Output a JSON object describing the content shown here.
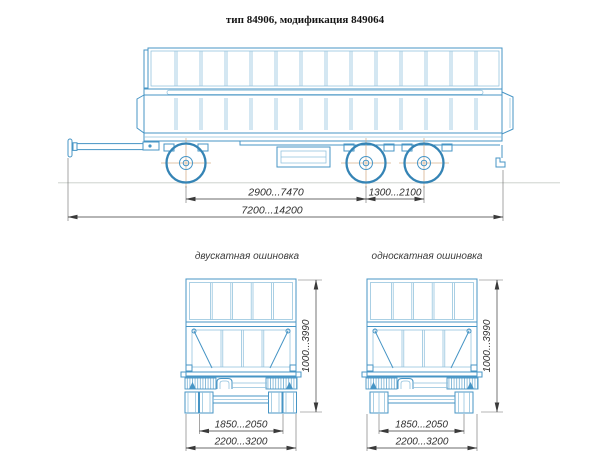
{
  "title": "тип 84906, модификация 849064",
  "colors": {
    "drawing_line": "#4795c5",
    "drawing_line_thin": "#8fc0dc",
    "wheel_outline": "#3584b5",
    "centerline": "#d8b28e",
    "dimension_line": "#3a3a3a",
    "background": "#ffffff"
  },
  "side_view": {
    "dimensions": {
      "wheelbase": "2900...7470",
      "rear_bogie_spacing": "1300...2100",
      "overall_length": "7200...14200"
    }
  },
  "rear_views": {
    "dual_tires": {
      "label": "двускатная ошиновка",
      "dimensions": {
        "overall_height": "1000...3990",
        "track_width": "1850...2050",
        "overall_width": "2200...3200"
      }
    },
    "single_tires": {
      "label": "односкатная ошиновка",
      "dimensions": {
        "overall_height": "1000...3990",
        "track_width": "1850...2050",
        "overall_width": "2200...3200"
      }
    }
  }
}
